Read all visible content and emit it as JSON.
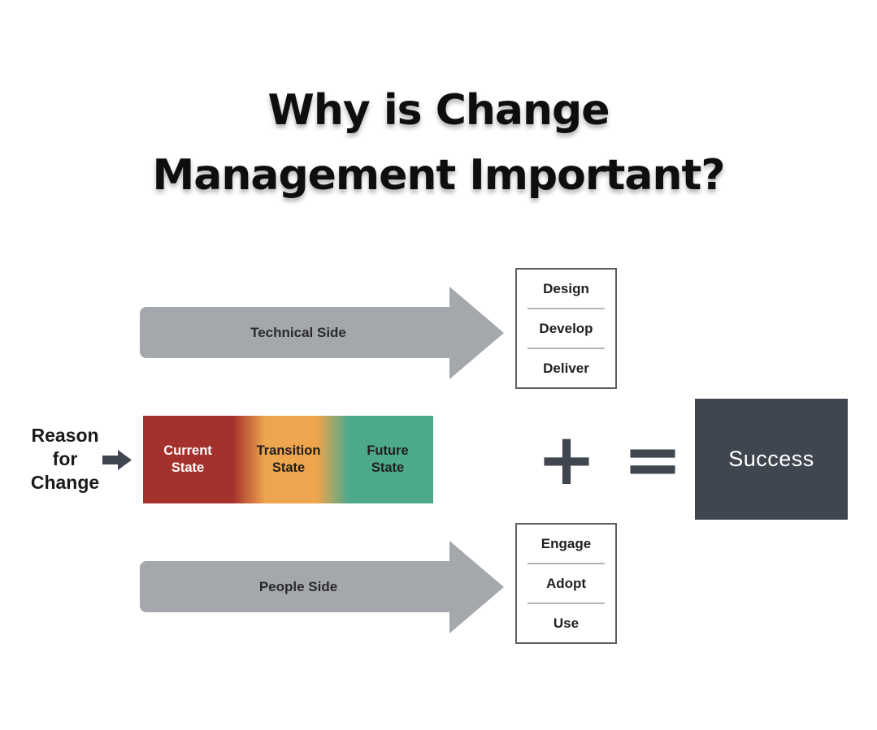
{
  "title": {
    "line1": "Why is Change",
    "line2": "Management Important?"
  },
  "technical": {
    "arrow_label": "Technical Side",
    "steps": [
      "Design",
      "Develop",
      "Deliver"
    ]
  },
  "people": {
    "arrow_label": "People Side",
    "steps": [
      "Engage",
      "Adopt",
      "Use"
    ]
  },
  "reason": {
    "label": "Reason\nfor\nChange"
  },
  "states": [
    {
      "label": "Current\nState",
      "color": "#A5312C",
      "text_color": "#ffffff"
    },
    {
      "label": "Transition\nState",
      "color": "#EDA54E",
      "text_color": "#1f1f1f"
    },
    {
      "label": "Future\nState",
      "color": "#4DA98B",
      "text_color": "#1f1f1f"
    }
  ],
  "equation": {
    "plus": "+",
    "equals": "=",
    "result": "Success"
  },
  "colors": {
    "arrow_gray": "#A4A7AB",
    "slate": "#3F4650",
    "box_border": "#5a5f66",
    "divider": "#b3b6b9",
    "success_text": "#ffffff"
  }
}
